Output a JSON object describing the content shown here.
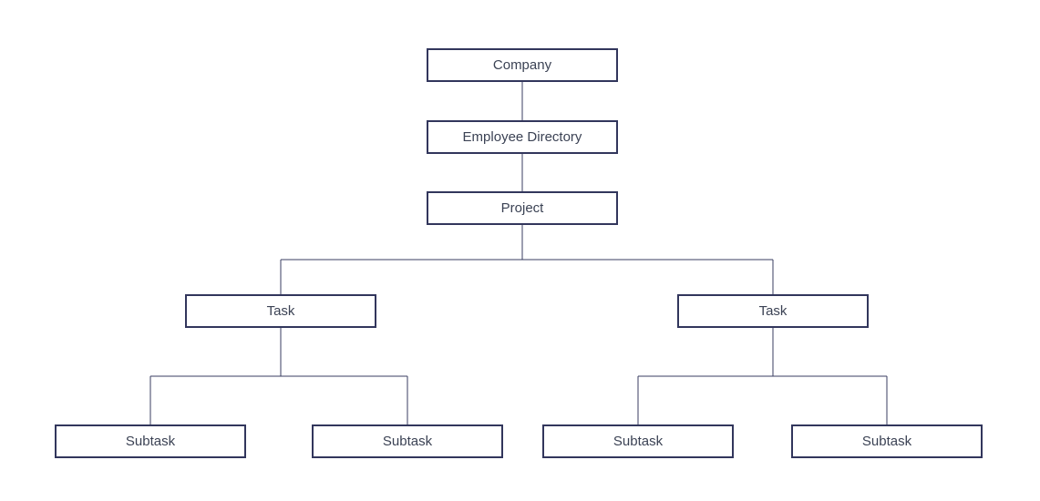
{
  "diagram": {
    "type": "tree-flowchart",
    "nodes": {
      "company": {
        "label": "Company"
      },
      "employee_directory": {
        "label": "Employee Directory"
      },
      "project": {
        "label": "Project"
      },
      "task_1": {
        "label": "Task"
      },
      "task_2": {
        "label": "Task"
      },
      "subtask_1": {
        "label": "Subtask"
      },
      "subtask_2": {
        "label": "Subtask"
      },
      "subtask_3": {
        "label": "Subtask"
      },
      "subtask_4": {
        "label": "Subtask"
      }
    },
    "edges": [
      {
        "from": "company",
        "to": "employee_directory"
      },
      {
        "from": "employee_directory",
        "to": "project"
      },
      {
        "from": "project",
        "to": "task_1"
      },
      {
        "from": "project",
        "to": "task_2"
      },
      {
        "from": "task_1",
        "to": "subtask_1"
      },
      {
        "from": "task_1",
        "to": "subtask_2"
      },
      {
        "from": "task_2",
        "to": "subtask_3"
      },
      {
        "from": "task_2",
        "to": "subtask_4"
      }
    ],
    "colors": {
      "node_border": "#32365c",
      "node_fill": "#ffffff",
      "label_text": "#3b4254",
      "connector": "#383d60",
      "background": "#ffffff"
    }
  }
}
